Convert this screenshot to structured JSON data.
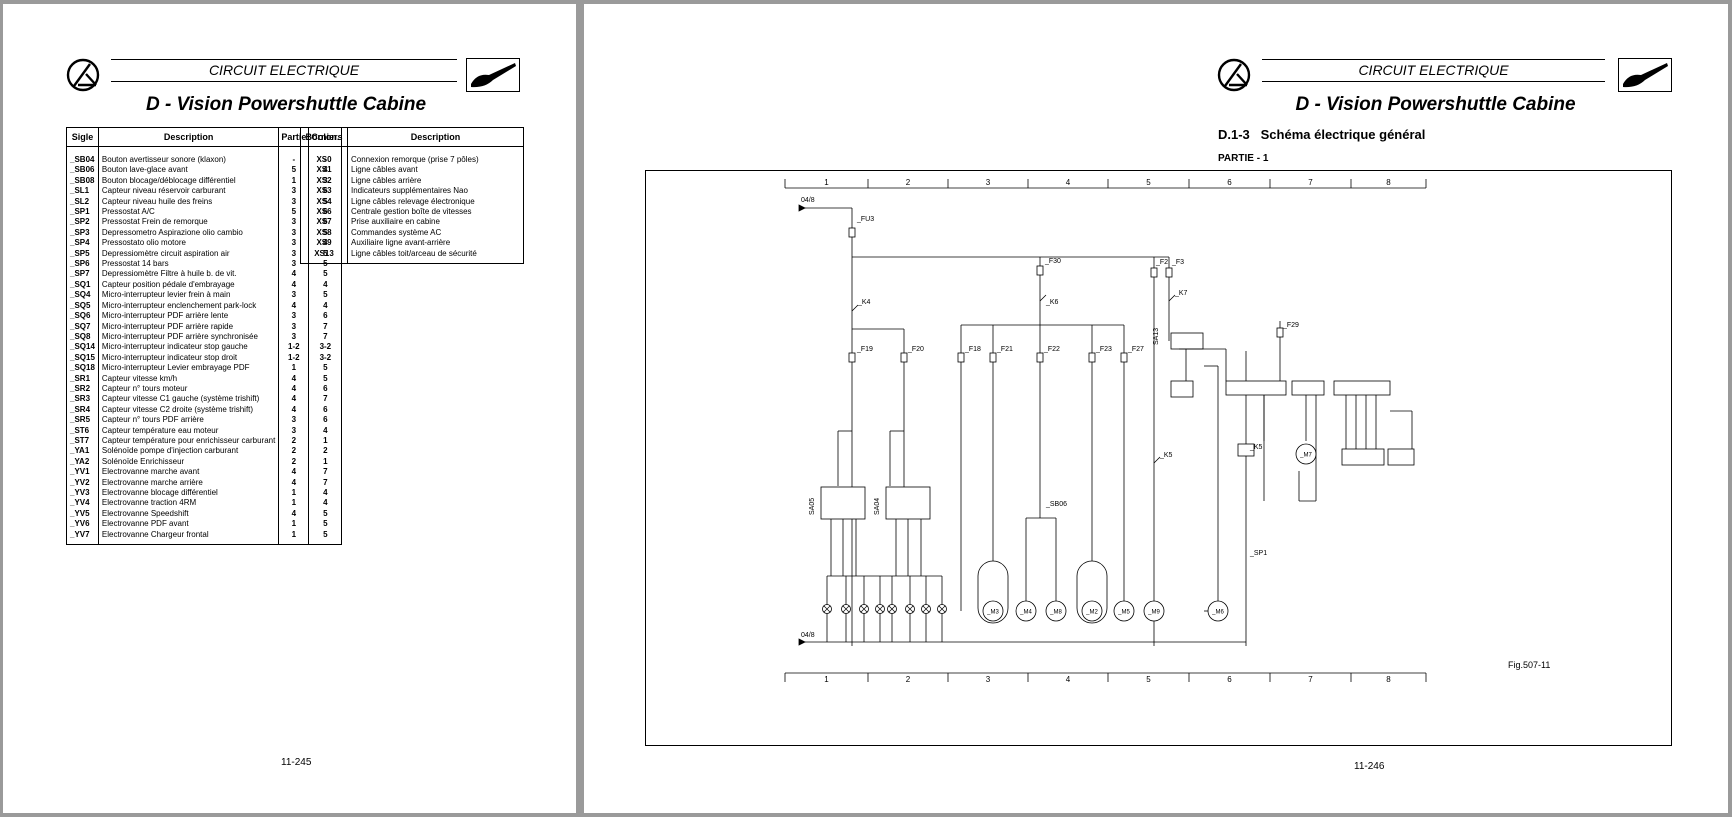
{
  "header": {
    "section": "CIRCUIT ELECTRIQUE",
    "title": "D - Vision Powershuttle Cabine"
  },
  "left_page": {
    "table1": {
      "headers": [
        "Sigle",
        "Description",
        "Partie",
        "Colon."
      ],
      "rows": [
        [
          "_SB04",
          "Bouton avertisseur sonore (klaxon)",
          "-",
          "-"
        ],
        [
          "_SB06",
          "Bouton lave-glace avant",
          "5",
          "4"
        ],
        [
          "_SB08",
          "Bouton blocage/déblocage différentiel",
          "1",
          "3"
        ],
        [
          "_SL1",
          "Capteur niveau réservoir carburant",
          "3",
          "6"
        ],
        [
          "_SL2",
          "Capteur niveau huile des freins",
          "3",
          "5"
        ],
        [
          "_SP1",
          "Pressostat A/C",
          "5",
          "6"
        ],
        [
          "_SP2",
          "Pressostat Frein de remorque",
          "3",
          "6"
        ],
        [
          "_SP3",
          "Depressometro Aspirazione olio cambio",
          "3",
          "5"
        ],
        [
          "_SP4",
          "Pressostato olio motore",
          "3",
          "4"
        ],
        [
          "_SP5",
          "Depressiomètre circuit aspiration air",
          "3",
          "5"
        ],
        [
          "_SP6",
          "Pressostat 14 bars",
          "3",
          "5"
        ],
        [
          "_SP7",
          "Depressiomètre Filtre à huile b. de vit.",
          "4",
          "5"
        ],
        [
          "_SQ1",
          "Capteur position pédale d'embrayage",
          "4",
          "4"
        ],
        [
          "_SQ4",
          "Micro-interrupteur levier frein à main",
          "3",
          "5"
        ],
        [
          "_SQ5",
          "Micro-interrupteur enclenchement park-lock",
          "4",
          "4"
        ],
        [
          "_SQ6",
          "Micro-interrupteur PDF arrière lente",
          "3",
          "6"
        ],
        [
          "_SQ7",
          "Micro-interrupteur PDF arrière rapide",
          "3",
          "7"
        ],
        [
          "_SQ8",
          "Micro-interrupteur PDF arrière synchronisée",
          "3",
          "7"
        ],
        [
          "_SQ14",
          "Micro-interrupteur indicateur stop gauche",
          "1-2",
          "3-2"
        ],
        [
          "_SQ15",
          "Micro-interrupteur indicateur stop droit",
          "1-2",
          "3-2"
        ],
        [
          "_SQ18",
          "Micro-interrupteur Levier embrayage PDF",
          "1",
          "5"
        ],
        [
          "_SR1",
          "Capteur vitesse km/h",
          "4",
          "5"
        ],
        [
          "_SR2",
          "Capteur n° tours moteur",
          "4",
          "6"
        ],
        [
          "_SR3",
          "Capteur vitesse C1 gauche (système trishift)",
          "4",
          "7"
        ],
        [
          "_SR4",
          "Capteur vitesse C2 droite (système trishift)",
          "4",
          "6"
        ],
        [
          "_SR5",
          "Capteur n° tours PDF arrière",
          "3",
          "6"
        ],
        [
          "_ST6",
          "Capteur température eau moteur",
          "3",
          "4"
        ],
        [
          "_ST7",
          "Capteur température pour enrichisseur carburant",
          "2",
          "1"
        ],
        [
          "_YA1",
          "Solénoïde pompe d'injection carburant",
          "2",
          "2"
        ],
        [
          "_YA2",
          "Solénoïde Enrichisseur",
          "2",
          "1"
        ],
        [
          "_YV1",
          "Electrovanne marche avant",
          "4",
          "7"
        ],
        [
          "_YV2",
          "Electrovanne marche arrière",
          "4",
          "7"
        ],
        [
          "_YV3",
          "Electrovanne blocage différentiel",
          "1",
          "4"
        ],
        [
          "_YV4",
          "Electrovanne traction 4RM",
          "1",
          "4"
        ],
        [
          "_YV5",
          "Electrovanne Speedshift",
          "4",
          "5"
        ],
        [
          "_YV6",
          "Electrovanne PDF avant",
          "1",
          "5"
        ],
        [
          "_YV7",
          "Electrovanne Chargeur frontal",
          "1",
          "5"
        ]
      ]
    },
    "table2": {
      "headers": [
        "Borniers",
        "Description"
      ],
      "rows": [
        [
          "XS0",
          "Connexion remorque (prise 7 pôles)"
        ],
        [
          "XS1",
          "Ligne câbles avant"
        ],
        [
          "XS2",
          "Ligne câbles arrière"
        ],
        [
          "XS3",
          "Indicateurs supplémentaires Nao"
        ],
        [
          "XS4",
          "Ligne câbles relevage électronique"
        ],
        [
          "XS6",
          "Centrale gestion boîte de vitesses"
        ],
        [
          "XS7",
          "Prise auxiliaire en cabine"
        ],
        [
          "XS8",
          "Commandes système AC"
        ],
        [
          "XS9",
          "Auxiliaire ligne avant-arrière"
        ],
        [
          "XS13",
          "Ligne câbles toit/arceau de sécurité"
        ]
      ]
    },
    "page_number": "11-245"
  },
  "right_page": {
    "section_number": "D.1-3",
    "section_title": "Schéma électrique général",
    "part": "PARTIE - 1",
    "figure": "Fig.507-11",
    "page_number": "11-246",
    "columns": [
      "1",
      "2",
      "3",
      "4",
      "5",
      "6",
      "7",
      "8"
    ],
    "component_labels": {
      "fu3": "_FU3",
      "k4": "_K4",
      "f30": "_F30",
      "k6": "_K6",
      "f2": "_F2",
      "f3": "_F3",
      "k7": "_K7",
      "f29": "_F29",
      "f19": "_F19",
      "f20": "_F20",
      "f18": "_F18",
      "f21": "_F21",
      "f22": "_F22",
      "f23": "_F23",
      "f27": "_F27",
      "k5": "_K5",
      "sb06": "_SB06",
      "sp1": "_SP1",
      "m3": "_M3",
      "m4": "_M4",
      "m8": "_M8",
      "m2": "_M2",
      "m5": "_M5",
      "m9": "_M9",
      "m6": "_M6",
      "m7": "_M7",
      "sa05": "SA05",
      "sa04": "SA04",
      "sa13": "SA13",
      "ref_top": "04/8",
      "ref_bottom": "04/8"
    }
  }
}
